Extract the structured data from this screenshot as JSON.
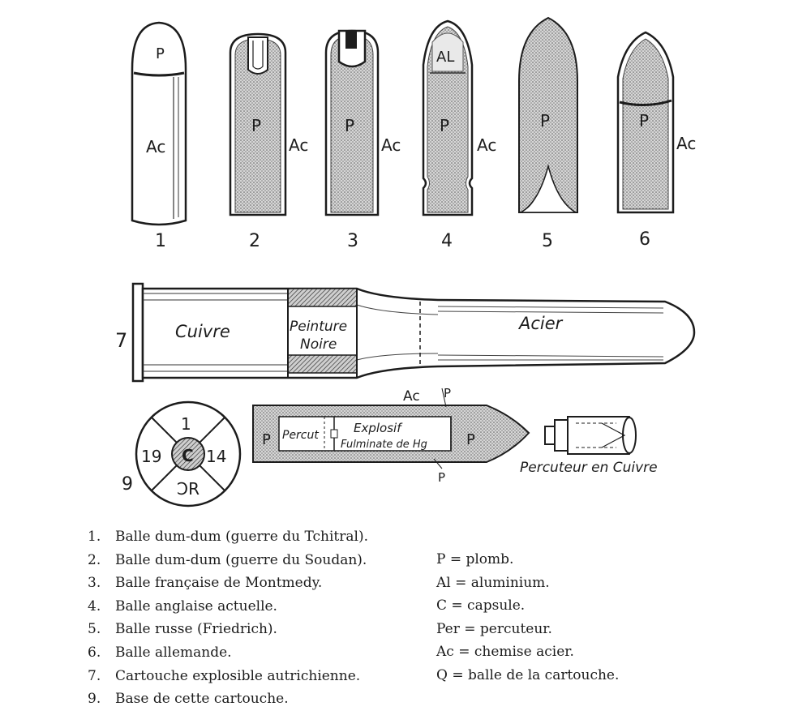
{
  "figure_labels": {
    "bullet_numbers": [
      "1",
      "2",
      "3",
      "4",
      "5",
      "6"
    ],
    "fig7_number": "7",
    "fig9_number": "9",
    "P": "P",
    "Ac": "Ac",
    "Al": "AL",
    "cartridge_copper": "Cuivre",
    "cartridge_paint_line1": "Peinture",
    "cartridge_paint_line2": "Noire",
    "cartridge_steel": "Acier",
    "section_ac": "Ac",
    "section_p_top": "P",
    "section_p_bottom": "P",
    "section_p_left": "P",
    "section_p_right": "P",
    "section_percut": "Percut",
    "section_explosif": "Explosif",
    "section_fulminate": "Fulminate de Hg",
    "striker_label": "Percuteur en Cuivre",
    "base_top": "1",
    "base_left": "19",
    "base_right": "14",
    "base_center": "C",
    "base_bottom": "ƆR"
  },
  "legend": {
    "items": [
      {
        "num": "1.",
        "text": "Balle dum-dum (guerre du Tchitral)."
      },
      {
        "num": "2.",
        "text": "Balle dum-dum (guerre du Soudan)."
      },
      {
        "num": "3.",
        "text": "Balle française de Montmedy."
      },
      {
        "num": "4.",
        "text": "Balle anglaise actuelle."
      },
      {
        "num": "5.",
        "text": "Balle russe (Friedrich)."
      },
      {
        "num": "6.",
        "text": "Balle allemande."
      },
      {
        "num": "7.",
        "text": "Cartouche explosible autrichienne."
      },
      {
        "num": "9.",
        "text": "Base de cette cartouche."
      }
    ],
    "abbreviations": [
      "P = plomb.",
      "Al = aluminium.",
      "C = capsule.",
      "Per = percuteur.",
      "Ac = chemise acier.",
      "Q = balle de la cartouche."
    ]
  }
}
